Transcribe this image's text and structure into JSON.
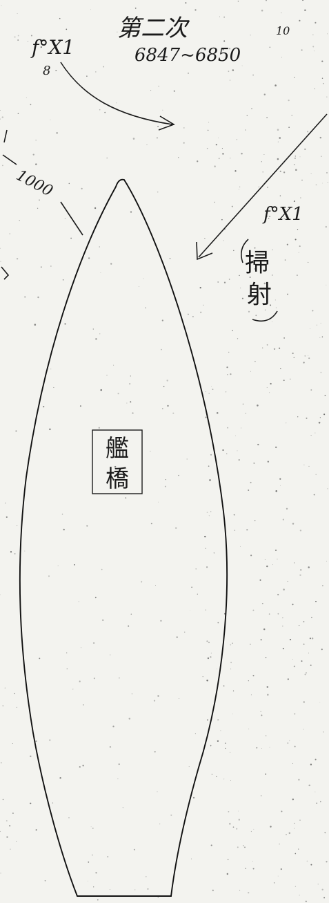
{
  "header": {
    "title": "第二次",
    "time_range": "6847~6850",
    "time_superscript": "10"
  },
  "arrows": {
    "fire_top_left": {
      "label_main": "f°X1",
      "label_sub": "8"
    },
    "fire_right": {
      "label_main": "f°X1",
      "label_note_chars": [
        "掃",
        "射"
      ]
    }
  },
  "distance": {
    "label": "1000"
  },
  "ship": {
    "label_chars": [
      "艦",
      "橋"
    ]
  },
  "colors": {
    "paper": "#f3f3ef",
    "ink": "#1a1a1a"
  }
}
